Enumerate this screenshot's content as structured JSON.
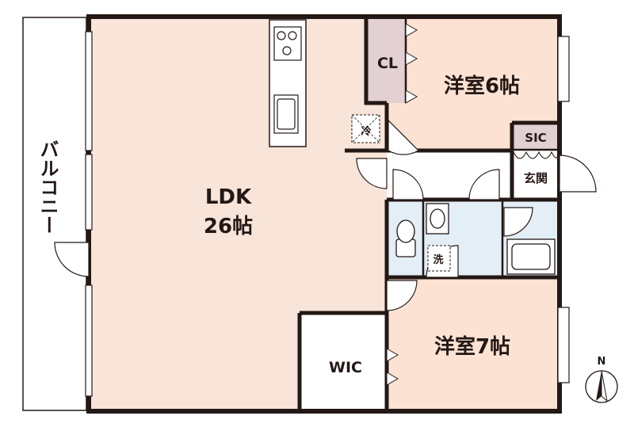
{
  "rooms": {
    "ldk_name": "LDK",
    "ldk_size": "26帖",
    "western1": "洋室6帖",
    "western2": "洋室7帖",
    "closet": "CL",
    "shoe_closet": "SIC",
    "entrance": "玄関",
    "walk_in_closet": "WIC",
    "balcony": "バルコニー",
    "fridge": "冷",
    "washer": "洗"
  },
  "compass": {
    "label": "N"
  },
  "colors": {
    "floor_ldk": "#f8e4d8",
    "floor_western": "#fbe2d2",
    "floor_wet": "#e3eef6",
    "closet_fill": "#e3d0d2",
    "wall": "#231815"
  }
}
